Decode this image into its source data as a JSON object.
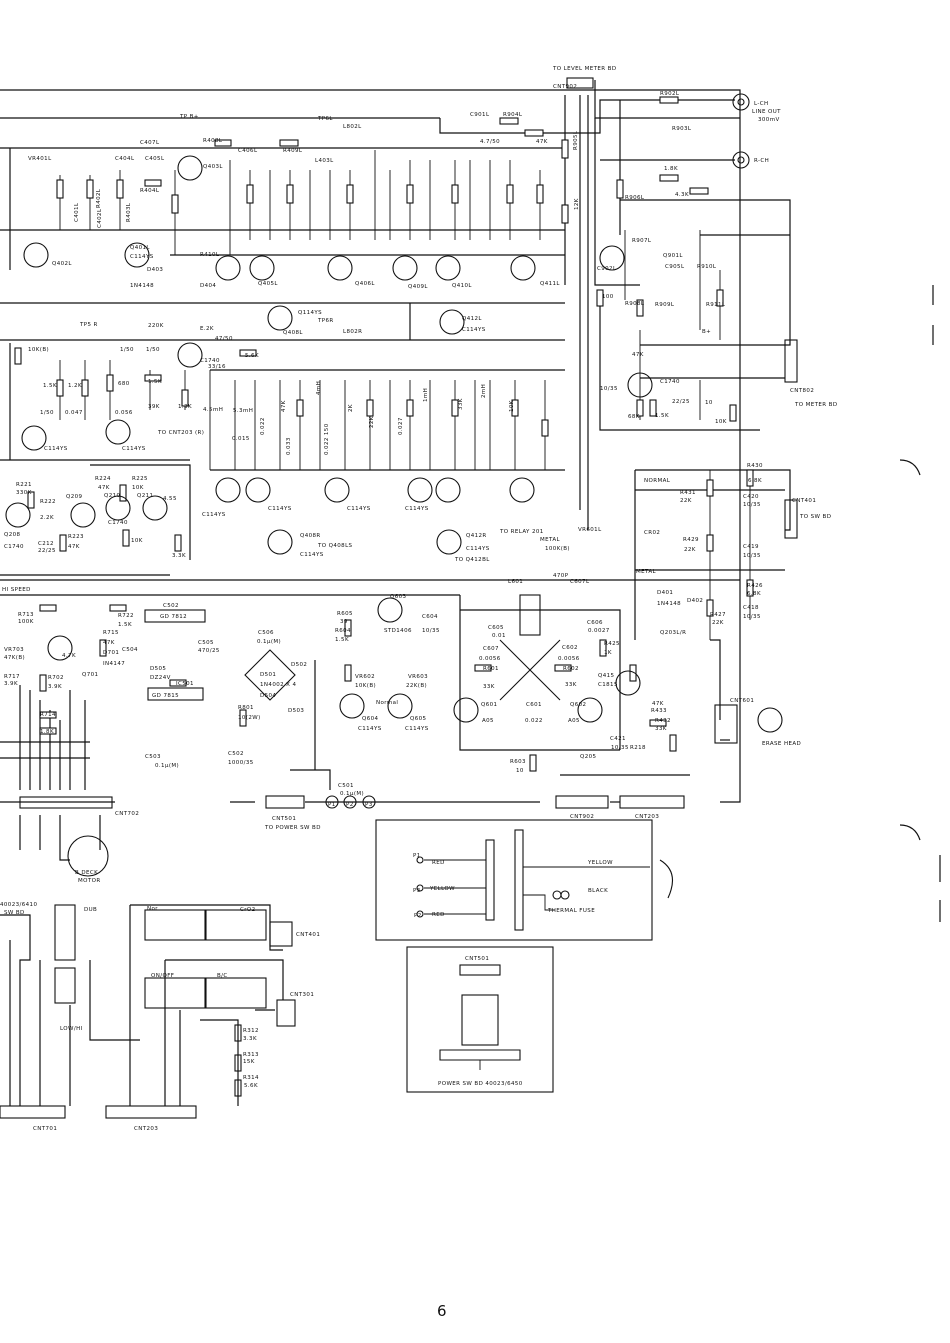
{
  "page_number": "6",
  "top": {
    "to_level_meter": "TO LEVEL METER BD",
    "cnt902": "CNT902"
  },
  "line_out": {
    "lch": "L-CH",
    "line_out": "LINE OUT",
    "level": "300mV",
    "rch": "R-CH"
  },
  "components_left": [
    {
      "id": "c_vr401l",
      "t": "VR401L"
    },
    {
      "id": "c_c404l",
      "t": "C404L"
    },
    {
      "id": "c_c405l",
      "t": "C405L"
    },
    {
      "id": "c_tpb",
      "t": "TP B+"
    },
    {
      "id": "c_r408l",
      "t": "R408L"
    },
    {
      "id": "c_c407l",
      "t": "C407L"
    },
    {
      "id": "c_q403l",
      "t": "Q403L"
    },
    {
      "id": "c_r404l",
      "t": "R404L"
    },
    {
      "id": "c_c406l",
      "t": "C406L"
    },
    {
      "id": "c_r409l",
      "t": "R409L"
    },
    {
      "id": "c_tp6l",
      "t": "TP6L"
    },
    {
      "id": "c_l802l",
      "t": "L802L"
    },
    {
      "id": "c_l403l",
      "t": "L403L"
    },
    {
      "id": "c_c401l",
      "t": "C401L"
    },
    {
      "id": "c_r402l",
      "t": "R402L"
    },
    {
      "id": "c_c402l",
      "t": "C402L"
    },
    {
      "id": "c_r403l",
      "t": "R403L"
    },
    {
      "id": "c_q402l",
      "t": "Q402L"
    },
    {
      "id": "c_q401l",
      "t": "Q401L"
    },
    {
      "id": "c_c114ys",
      "t": "C114YS"
    },
    {
      "id": "c_d403",
      "t": "D403"
    },
    {
      "id": "c_1n4148",
      "t": "1N4148"
    },
    {
      "id": "c_d404",
      "t": "D404"
    },
    {
      "id": "c_r410l",
      "t": "R410L"
    },
    {
      "id": "c_q405l",
      "t": "Q405L"
    },
    {
      "id": "c_q406l",
      "t": "Q406L"
    },
    {
      "id": "c_q409l",
      "t": "Q409L"
    },
    {
      "id": "c_q410l",
      "t": "Q410L"
    },
    {
      "id": "c_q411l",
      "t": "Q411L"
    },
    {
      "id": "c_q114ys",
      "t": "Q114YS"
    },
    {
      "id": "c_q408l",
      "t": "Q408L"
    },
    {
      "id": "c_tp6r",
      "t": "TP6R"
    },
    {
      "id": "c_l802r",
      "t": "L802R"
    },
    {
      "id": "c_q412l",
      "t": "Q412L"
    },
    {
      "id": "c_c114ys2",
      "t": "C114YS"
    },
    {
      "id": "c_tp5r",
      "t": "TP5 R"
    },
    {
      "id": "c_220k",
      "t": "220K"
    },
    {
      "id": "c_e2k",
      "t": "E.2K"
    },
    {
      "id": "c_47_50",
      "t": "47/50"
    },
    {
      "id": "c_56k",
      "t": "5.6K"
    },
    {
      "id": "c_10kb",
      "t": "10K(B)"
    },
    {
      "id": "c_1_50a",
      "t": "1/50"
    },
    {
      "id": "c_1_50b",
      "t": "1/50"
    },
    {
      "id": "c_c1740",
      "t": "C1740"
    },
    {
      "id": "c_33_16",
      "t": "33/16"
    },
    {
      "id": "c_15k",
      "t": "1.5K"
    },
    {
      "id": "c_12k",
      "t": "1.2K"
    },
    {
      "id": "c_680",
      "t": "680"
    },
    {
      "id": "c_15k2",
      "t": "1.5K"
    },
    {
      "id": "c_39k",
      "t": "39K"
    },
    {
      "id": "c_13k",
      "t": "1.3K"
    },
    {
      "id": "c_45mh",
      "t": "4.5mH"
    },
    {
      "id": "c_53mh",
      "t": "5.3mH"
    },
    {
      "id": "c_1_50c",
      "t": "1/50"
    },
    {
      "id": "c_0047",
      "t": "0.047"
    },
    {
      "id": "c_0056",
      "t": "0.056"
    },
    {
      "id": "c_0015",
      "t": "0.015"
    },
    {
      "id": "c_0022",
      "t": "0.022"
    },
    {
      "id": "c_47k",
      "t": "47K"
    },
    {
      "id": "c_0033",
      "t": "0.033"
    },
    {
      "id": "c_4mh",
      "t": "4mH"
    },
    {
      "id": "c_22k",
      "t": "22K"
    },
    {
      "id": "c_0022_150",
      "t": "0.022 150"
    },
    {
      "id": "c_2k",
      "t": "2K"
    },
    {
      "id": "c_0027",
      "t": "0.027"
    },
    {
      "id": "c_1mh",
      "t": "1mH"
    },
    {
      "id": "c_33k",
      "t": "33K"
    },
    {
      "id": "c_2mh",
      "t": "2mH"
    },
    {
      "id": "c_10k",
      "t": "10K"
    },
    {
      "id": "c_to_cnt203r",
      "t": "TO CNT203 (R)"
    },
    {
      "id": "c_c114ys3",
      "t": "C114YS"
    },
    {
      "id": "c_c114ys4",
      "t": "C114YS"
    },
    {
      "id": "c_c114ys5",
      "t": "C114YS"
    },
    {
      "id": "c_c114ys6",
      "t": "C114YS"
    },
    {
      "id": "c_c114ys7",
      "t": "C114YS"
    },
    {
      "id": "c_c114ys8",
      "t": "C114YS"
    },
    {
      "id": "c_q408r",
      "t": "Q408R"
    },
    {
      "id": "c_to_q408ls",
      "t": "TO Q408LS"
    },
    {
      "id": "c_c114ys9",
      "t": "C114YS"
    },
    {
      "id": "c_q412r",
      "t": "Q412R"
    },
    {
      "id": "c_c114ys10",
      "t": "C114YS"
    },
    {
      "id": "c_to_q412bl",
      "t": "TO Q412BL"
    },
    {
      "id": "c_to_relay",
      "t": "TO RELAY 201"
    },
    {
      "id": "c_r221",
      "t": "R221"
    },
    {
      "id": "c_330k",
      "t": "330K"
    },
    {
      "id": "c_r222",
      "t": "R222"
    },
    {
      "id": "c_22k2",
      "t": "2.2K"
    },
    {
      "id": "c_q208",
      "t": "Q208"
    },
    {
      "id": "c_c1740b",
      "t": "C1740"
    },
    {
      "id": "c_c212",
      "t": "C212"
    },
    {
      "id": "c_22_25",
      "t": "22/25"
    },
    {
      "id": "c_r223",
      "t": "R223"
    },
    {
      "id": "c_47k2",
      "t": "47K"
    },
    {
      "id": "c_r224",
      "t": "R224"
    },
    {
      "id": "c_47kk",
      "t": "47K"
    },
    {
      "id": "c_q209",
      "t": "Q209"
    },
    {
      "id": "c_q210",
      "t": "Q210"
    },
    {
      "id": "c_r225",
      "t": "R225"
    },
    {
      "id": "c_10kk",
      "t": "10K"
    },
    {
      "id": "c_q211",
      "t": "Q211"
    },
    {
      "id": "c_455",
      "t": "4.55"
    },
    {
      "id": "c_c1740c",
      "t": "C1740"
    },
    {
      "id": "c_10k3",
      "t": "10K"
    },
    {
      "id": "c_33k2",
      "t": "3.3K"
    }
  ],
  "components_right": [
    {
      "id": "r_r902l",
      "t": "R902L"
    },
    {
      "id": "r_c901l",
      "t": "C901L"
    },
    {
      "id": "r_r904l",
      "t": "R904L"
    },
    {
      "id": "r_47_50",
      "t": "4.7/50"
    },
    {
      "id": "r_47k",
      "t": "47K"
    },
    {
      "id": "r_r903l",
      "t": "R903L"
    },
    {
      "id": "r_r905l",
      "t": "R905L"
    },
    {
      "id": "r_18k",
      "t": "1.8K"
    },
    {
      "id": "r_43k",
      "t": "4.3K"
    },
    {
      "id": "r_12k",
      "t": "12K"
    },
    {
      "id": "r_r906l",
      "t": "R906L"
    },
    {
      "id": "r_r907l",
      "t": "R907L"
    },
    {
      "id": "r_q901l",
      "t": "Q901L"
    },
    {
      "id": "r_c902l",
      "t": "C902L"
    },
    {
      "id": "r_c905l",
      "t": "C905L"
    },
    {
      "id": "r_r910l",
      "t": "R910L"
    },
    {
      "id": "r_r908l",
      "t": "R908L"
    },
    {
      "id": "r_r909l",
      "t": "R909L"
    },
    {
      "id": "r_r911l",
      "t": "R911L"
    },
    {
      "id": "r_100",
      "t": "100"
    },
    {
      "id": "r_bplus",
      "t": "B+"
    },
    {
      "id": "r_47k2",
      "t": "47K"
    },
    {
      "id": "r_c1740",
      "t": "C1740"
    },
    {
      "id": "r_10_35",
      "t": "10/35"
    },
    {
      "id": "r_22_25",
      "t": "22/25"
    },
    {
      "id": "r_10",
      "t": "10"
    },
    {
      "id": "r_68k",
      "t": "68K"
    },
    {
      "id": "r_15k",
      "t": "1.5K"
    },
    {
      "id": "r_10k",
      "t": "10K"
    },
    {
      "id": "r_cnt802",
      "t": "CNT802"
    },
    {
      "id": "r_tometer",
      "t": "TO METER BD"
    },
    {
      "id": "r_normal",
      "t": "NORMAL"
    },
    {
      "id": "r_r430",
      "t": "R430"
    },
    {
      "id": "r_68k2",
      "t": "6.8K"
    },
    {
      "id": "r_r431",
      "t": "R431"
    },
    {
      "id": "r_22k",
      "t": "22K"
    },
    {
      "id": "r_c420",
      "t": "C420"
    },
    {
      "id": "r_10_35b",
      "t": "10/35"
    },
    {
      "id": "r_cnt401",
      "t": "CNT401"
    },
    {
      "id": "r_tosw",
      "t": "TO SW BD"
    },
    {
      "id": "r_cr02",
      "t": "CR02"
    },
    {
      "id": "r_r429",
      "t": "R429"
    },
    {
      "id": "r_22k2",
      "t": "22K"
    },
    {
      "id": "r_c419",
      "t": "C419"
    },
    {
      "id": "r_10_35c",
      "t": "10/35"
    },
    {
      "id": "r_metal",
      "t": "METAL"
    },
    {
      "id": "r_r426",
      "t": "R426"
    },
    {
      "id": "r_68k3",
      "t": "6.8K"
    },
    {
      "id": "r_d401",
      "t": "D401"
    },
    {
      "id": "r_d402",
      "t": "D402"
    },
    {
      "id": "r_1n4148",
      "t": "1N4148"
    },
    {
      "id": "r_c418",
      "t": "C418"
    },
    {
      "id": "r_10_35d",
      "t": "10/35"
    },
    {
      "id": "r_r427",
      "t": "R427"
    },
    {
      "id": "r_22k3",
      "t": "22K"
    },
    {
      "id": "r_q203l",
      "t": "Q203L/R"
    },
    {
      "id": "r_vr601l",
      "t": "VR601L"
    },
    {
      "id": "r_metal2",
      "t": "METAL"
    },
    {
      "id": "r_100kb",
      "t": "100K(B)"
    },
    {
      "id": "r_470p",
      "t": "470P"
    },
    {
      "id": "r_c607l",
      "t": "C607L"
    },
    {
      "id": "r_l601",
      "t": "L601"
    }
  ],
  "components_bottom": [
    {
      "id": "b_hispeed",
      "t": "HI SPEED"
    },
    {
      "id": "b_c502",
      "t": "C502"
    },
    {
      "id": "b_gd7812",
      "t": "GD 7812"
    },
    {
      "id": "b_r605",
      "t": "R605"
    },
    {
      "id": "b_39",
      "t": "39"
    },
    {
      "id": "b_q603",
      "t": "Q603"
    },
    {
      "id": "b_c604",
      "t": "C604"
    },
    {
      "id": "b_10_35",
      "t": "10/35"
    },
    {
      "id": "b_r604",
      "t": "R604"
    },
    {
      "id": "b_15k",
      "t": "1.5K"
    },
    {
      "id": "b_std1406",
      "t": "STD1406"
    },
    {
      "id": "b_r713",
      "t": "R713"
    },
    {
      "id": "b_100k",
      "t": "100K"
    },
    {
      "id": "b_r722",
      "t": "R722"
    },
    {
      "id": "b_15k2",
      "t": "1.5K"
    },
    {
      "id": "b_r715",
      "t": "R715"
    },
    {
      "id": "b_47k",
      "t": "47K"
    },
    {
      "id": "b_c505",
      "t": "C505"
    },
    {
      "id": "b_470_25",
      "t": "470/25"
    },
    {
      "id": "b_c506",
      "t": "C506"
    },
    {
      "id": "b_01u",
      "t": "0.1µ(M)"
    },
    {
      "id": "b_vr703",
      "t": "VR703"
    },
    {
      "id": "b_47kb",
      "t": "47K(B)"
    },
    {
      "id": "b_c504",
      "t": "C504"
    },
    {
      "id": "b_d701",
      "t": "D701"
    },
    {
      "id": "b_in4147",
      "t": "IN4147"
    },
    {
      "id": "b_47k2",
      "t": "4.7K"
    },
    {
      "id": "b_r702",
      "t": "R702"
    },
    {
      "id": "b_39k",
      "t": "3.9K"
    },
    {
      "id": "b_q701",
      "t": "Q701"
    },
    {
      "id": "b_r717",
      "t": "R717"
    },
    {
      "id": "b_39k2",
      "t": "3.9K"
    },
    {
      "id": "b_r714",
      "t": "R714"
    },
    {
      "id": "b_18k",
      "t": "1.8K"
    },
    {
      "id": "b_d505",
      "t": "D505"
    },
    {
      "id": "b_dz24v",
      "t": "DZ24V"
    },
    {
      "id": "b_ic501",
      "t": "IC501"
    },
    {
      "id": "b_gd7815",
      "t": "GD 7815"
    },
    {
      "id": "b_r801",
      "t": "R801"
    },
    {
      "id": "b_10_2w",
      "t": "10(2W)"
    },
    {
      "id": "b_d501",
      "t": "D501"
    },
    {
      "id": "b_1n4002",
      "t": "1N4002 X 4"
    },
    {
      "id": "b_d504",
      "t": "D504"
    },
    {
      "id": "b_d502",
      "t": "D502"
    },
    {
      "id": "b_d503",
      "t": "D503"
    },
    {
      "id": "b_c503",
      "t": "C503"
    },
    {
      "id": "b_01um",
      "t": "0.1µ(M)"
    },
    {
      "id": "b_c502b",
      "t": "C502"
    },
    {
      "id": "b_1000_35",
      "t": "1000/35"
    },
    {
      "id": "b_vr602",
      "t": "VR602"
    },
    {
      "id": "b_10kb",
      "t": "10K(B)"
    },
    {
      "id": "b_vr603",
      "t": "VR603"
    },
    {
      "id": "b_22kb",
      "t": "22K(B)"
    },
    {
      "id": "b_normal",
      "t": "Normal"
    },
    {
      "id": "b_q604",
      "t": "Q604"
    },
    {
      "id": "b_q605",
      "t": "Q605"
    },
    {
      "id": "b_c114ys",
      "t": "C114YS"
    },
    {
      "id": "b_c114ys2",
      "t": "C114YS"
    },
    {
      "id": "b_c605",
      "t": "C605"
    },
    {
      "id": "b_001",
      "t": "0.01"
    },
    {
      "id": "b_c606",
      "t": "C606"
    },
    {
      "id": "b_0027",
      "t": "0.0027"
    },
    {
      "id": "b_c607",
      "t": "C607"
    },
    {
      "id": "b_00056",
      "t": "0.0056"
    },
    {
      "id": "b_r601",
      "t": "R601"
    },
    {
      "id": "b_33k",
      "t": "33K"
    },
    {
      "id": "b_c602",
      "t": "C602"
    },
    {
      "id": "b_00056b",
      "t": "0.0056"
    },
    {
      "id": "b_r602",
      "t": "R602"
    },
    {
      "id": "b_33k2",
      "t": "33K"
    },
    {
      "id": "b_q601",
      "t": "Q601"
    },
    {
      "id": "b_a05",
      "t": "A05"
    },
    {
      "id": "b_c601",
      "t": "C601"
    },
    {
      "id": "b_0022",
      "t": "0.022"
    },
    {
      "id": "b_a05b",
      "t": "A05"
    },
    {
      "id": "b_q602",
      "t": "Q602"
    },
    {
      "id": "b_r425",
      "t": "R425"
    },
    {
      "id": "b_1k",
      "t": "1K"
    },
    {
      "id": "b_q415",
      "t": "Q415"
    },
    {
      "id": "b_c1815",
      "t": "C1815"
    },
    {
      "id": "b_47k3",
      "t": "47K"
    },
    {
      "id": "b_c421",
      "t": "C421"
    },
    {
      "id": "b_10_35b",
      "t": "10/35"
    },
    {
      "id": "b_r433",
      "t": "R433"
    },
    {
      "id": "b_r432",
      "t": "R432"
    },
    {
      "id": "b_33k3",
      "t": "33K"
    },
    {
      "id": "b_r218",
      "t": "R218"
    },
    {
      "id": "b_q205",
      "t": "Q205"
    },
    {
      "id": "b_r603",
      "t": "R603"
    },
    {
      "id": "b_10",
      "t": "10"
    },
    {
      "id": "b_cnt601",
      "t": "CNT601"
    },
    {
      "id": "b_erase",
      "t": "ERASE HEAD"
    },
    {
      "id": "b_cnt501",
      "t": "CNT501"
    },
    {
      "id": "b_topower",
      "t": "TO POWER SW BD"
    },
    {
      "id": "b_c501",
      "t": "C501"
    },
    {
      "id": "b_01u2",
      "t": "0.1µ(M)"
    },
    {
      "id": "b_cnt702",
      "t": "CNT702"
    },
    {
      "id": "b_cnt902",
      "t": "CNT902"
    },
    {
      "id": "b_cnt203",
      "t": "CNT203"
    },
    {
      "id": "b_p1",
      "t": "P1"
    },
    {
      "id": "b_p2",
      "t": "P2"
    },
    {
      "id": "b_p3",
      "t": "P3"
    },
    {
      "id": "b_bdeck",
      "t": "B DECK"
    },
    {
      "id": "b_motor",
      "t": "MOTOR"
    }
  ],
  "transformer": {
    "p1": "P1",
    "red1": "RED",
    "p3": "P3",
    "yellow1": "YELLOW",
    "p2": "P2",
    "red2": "RED",
    "yellow2": "YELLOW",
    "black": "BLACK",
    "thermal": "THERMAL FUSE"
  },
  "switch_board": {
    "sw_id": "40023/6410",
    "sw_bd": "SW BD",
    "dub": "DUB",
    "nor": "Nor",
    "cr02": "CrO2",
    "cnt401": "CNT401",
    "cnt301": "CNT301",
    "onoff": "ON/OFF",
    "bc": "B/C",
    "r312": "R312",
    "v33k": "3.3K",
    "r313": "R313",
    "v15k": "15K",
    "r314": "R314",
    "v56k": "5.6K",
    "lowhi": "LOW/HI",
    "cnt701": "CNT701",
    "cnt203": "CNT203"
  },
  "power_board": {
    "cnt501": "CNT501",
    "label": "POWER SW BD  40023/6450"
  }
}
